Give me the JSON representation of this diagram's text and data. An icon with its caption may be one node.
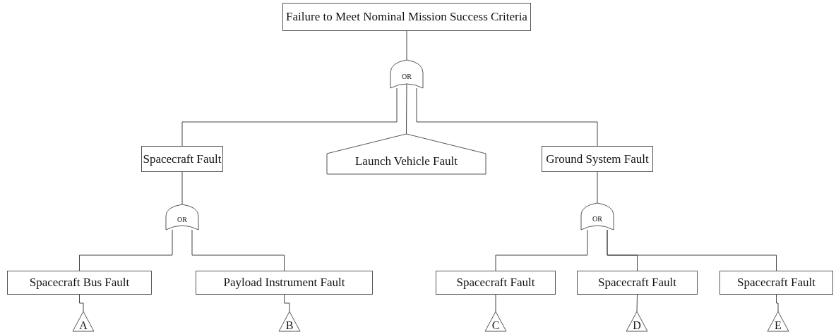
{
  "diagram": {
    "nodes": [
      {
        "text": [
          "Failure to Meet Nominal Mission Success Criteria"
        ]
      },
      {
        "text": [
          "OR"
        ]
      },
      {
        "text": [
          "Spacecraft Fault"
        ]
      },
      {
        "text": [
          "Launch Vehicle Fault"
        ]
      },
      {
        "text": [
          "Ground System Fault"
        ]
      },
      {
        "text": [
          "OR"
        ]
      },
      {
        "text": [
          "Spacecraft Bus Fault"
        ]
      },
      {
        "text": [
          "Payload Instrument Fault"
        ]
      },
      {
        "text": [
          "OR"
        ]
      },
      {
        "text": [
          "Spacecraft Fault"
        ]
      },
      {
        "text": [
          "Spacecraft Fault"
        ]
      },
      {
        "text": [
          "Spacecraft Fault"
        ]
      },
      {
        "text": [
          "A"
        ]
      },
      {
        "text": [
          "B"
        ]
      },
      {
        "text": [
          "C"
        ]
      },
      {
        "text": [
          "D"
        ]
      },
      {
        "text": [
          "E"
        ]
      }
    ],
    "edges": [
      {
        "from": 0,
        "to": 1,
        "arrow": "none"
      },
      {
        "from": 1,
        "to": 2,
        "arrow": "none"
      },
      {
        "from": 1,
        "to": 3,
        "arrow": "none"
      },
      {
        "from": 1,
        "to": 4,
        "arrow": "none"
      },
      {
        "from": 2,
        "to": 5,
        "arrow": "none"
      },
      {
        "from": 5,
        "to": 6,
        "arrow": "none"
      },
      {
        "from": 5,
        "to": 7,
        "arrow": "none"
      },
      {
        "from": 4,
        "to": 8,
        "arrow": "none"
      },
      {
        "from": 8,
        "to": 9,
        "arrow": "none"
      },
      {
        "from": 8,
        "to": 10,
        "arrow": "none"
      },
      {
        "from": 8,
        "to": 11,
        "arrow": "none"
      },
      {
        "from": 6,
        "to": 12,
        "arrow": "none"
      },
      {
        "from": 7,
        "to": 13,
        "arrow": "none"
      },
      {
        "from": 9,
        "to": 14,
        "arrow": "none"
      },
      {
        "from": 10,
        "to": 15,
        "arrow": "none"
      },
      {
        "from": 11,
        "to": 16,
        "arrow": "none"
      }
    ]
  }
}
